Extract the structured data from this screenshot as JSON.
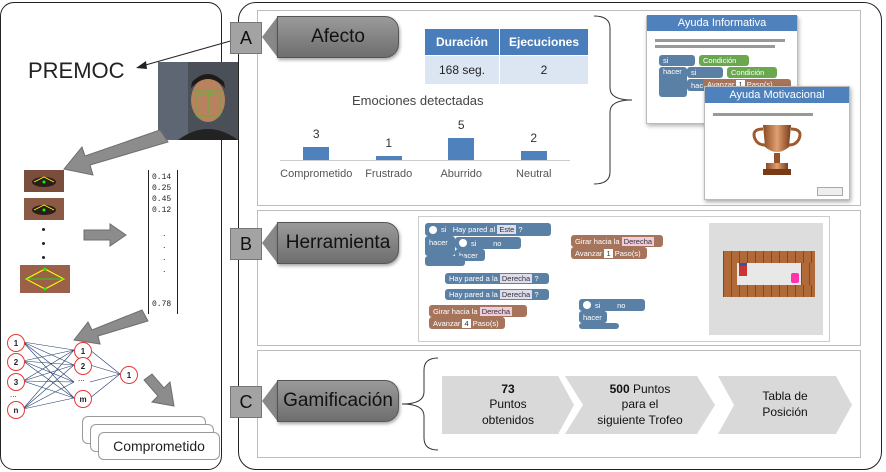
{
  "left": {
    "title": "PREMOC",
    "vector_values": [
      "0.14",
      "0.25",
      "0.45",
      "0.12",
      ".",
      ".",
      ".",
      ".",
      "0.78"
    ],
    "input_nodes": [
      "1",
      "2",
      "3",
      "...",
      "n"
    ],
    "hidden_nodes": [
      "1",
      "2",
      "...",
      "m"
    ],
    "output_node": "1",
    "output_label": "Comprometido"
  },
  "section_a": {
    "letter": "A",
    "label": "Afecto",
    "table": {
      "headers": [
        "Duración",
        "Ejecuciones"
      ],
      "values": [
        "168 seg.",
        "2"
      ]
    },
    "chart_title": "Emociones detectadas",
    "popup1_title": "Ayuda Informativa",
    "popup1_blocks": [
      "si",
      "Condición",
      "hacer",
      "si",
      "Condición",
      "hacer",
      "Avanzar",
      "1",
      "Paso(s)"
    ],
    "popup2_title": "Ayuda Motivacional"
  },
  "chart_data": {
    "type": "bar",
    "title": "Emociones detectadas",
    "categories": [
      "Comprometido",
      "Frustrado",
      "Aburrido",
      "Neutral"
    ],
    "values": [
      3,
      1,
      5,
      2
    ],
    "ylim": [
      0,
      5
    ]
  },
  "section_b": {
    "letter": "B",
    "label": "Herramienta",
    "blocks": {
      "si1": "si",
      "hay_pared_al": "Hay pared al",
      "este": "Este",
      "q1": "?",
      "hacer1": "hacer",
      "si2": "si",
      "no1": "no",
      "hacer2": "hacer",
      "hay_pared_a_la_1": "Hay pared a la",
      "derecha1": "Derecha",
      "q2": "?",
      "hay_pared_a_la_2": "Hay pared a la",
      "derecha2": "Derecha",
      "q3": "?",
      "girar1": "Girar hacia la",
      "derecha3": "Derecha",
      "avanzar1": "Avanzar",
      "num1": "4",
      "pasos1": "Paso(s)",
      "girar2": "Girar hacia la",
      "derecha4": "Derecha",
      "avanzar2": "Avanzar",
      "num2": "1",
      "pasos2": "Paso(s)",
      "si3": "si",
      "no2": "no",
      "hacer3": "hacer"
    }
  },
  "section_c": {
    "letter": "C",
    "label": "Gamificación",
    "chevrons": [
      {
        "bold": "73",
        "line1": "Puntos",
        "line2": "obtenidos"
      },
      {
        "bold": "500",
        "line1": "Puntos",
        "line2": "para el",
        "line3": "siguiente Trofeo"
      },
      {
        "line1": "Tabla de",
        "line2": "Posición"
      }
    ]
  },
  "colors": {
    "accent_blue": "#4f81bd",
    "table_header": "#4a7ebb",
    "node_ring": "#e53935"
  }
}
